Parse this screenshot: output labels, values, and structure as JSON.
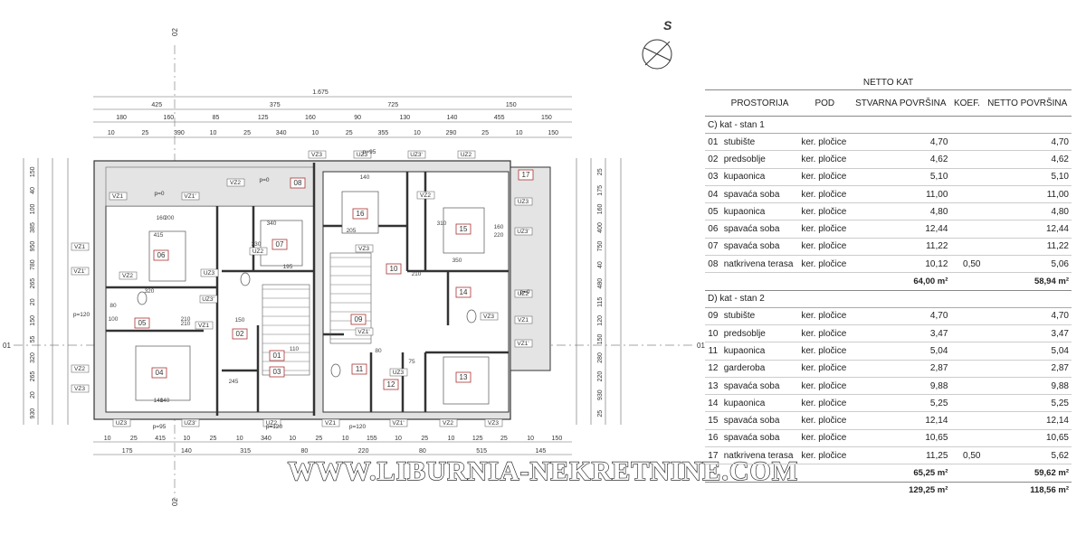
{
  "plan": {
    "north_label": "S",
    "axis_marks": [
      "02",
      "02",
      "01",
      "01"
    ],
    "total_width": "1.675",
    "top_dims_1": [
      "425",
      "375",
      "725",
      "150"
    ],
    "top_dims_2": [
      "180",
      "160",
      "85",
      "125",
      "160",
      "90",
      "130",
      "140",
      "455",
      "150"
    ],
    "top_dims_3": [
      "10",
      "25",
      "390",
      "10",
      "25",
      "340",
      "10",
      "25",
      "355",
      "10",
      "290",
      "25",
      "10",
      "150"
    ],
    "bottom_dims_1": [
      "10",
      "25",
      "415",
      "10",
      "25",
      "10",
      "340",
      "10",
      "25",
      "10",
      "155",
      "10",
      "25",
      "10",
      "125",
      "25",
      "10",
      "150"
    ],
    "bottom_dims_2": [
      "175",
      "140",
      "315",
      "80",
      "220",
      "80",
      "515",
      "145"
    ],
    "left_dims": [
      "150",
      "40",
      "100",
      "385",
      "950",
      "780",
      "265",
      "20",
      "150",
      "55",
      "320",
      "265",
      "20",
      "930"
    ],
    "right_dims": [
      "25",
      "175",
      "160",
      "400",
      "750",
      "40",
      "480",
      "115",
      "120",
      "150",
      "280",
      "220",
      "930",
      "25"
    ],
    "rooms": [
      "01",
      "02",
      "03",
      "04",
      "05",
      "06",
      "07",
      "08",
      "09",
      "10",
      "11",
      "12",
      "13",
      "14",
      "15",
      "16",
      "17"
    ],
    "window_tags": [
      "VZ1",
      "VZ1'",
      "VZ2",
      "VZ3",
      "UZ3",
      "UZ3'",
      "UZ2"
    ],
    "slope_labels": [
      "p=0",
      "p=0",
      "p=95",
      "p=95",
      "p=120",
      "p=120",
      "p=120",
      "p=0"
    ],
    "room_dims": [
      "415",
      "320",
      "195",
      "340",
      "330",
      "160",
      "200",
      "210",
      "150",
      "110",
      "205",
      "140",
      "80",
      "210",
      "350",
      "310",
      "220",
      "160",
      "140",
      "245",
      "75",
      "80",
      "100",
      "210",
      "140"
    ],
    "watermark": "WWW.LIBURNIA-NEKRETNINE.COM"
  },
  "table": {
    "title": "NETTO KAT",
    "headers": {
      "prostorija": "PROSTORIJA",
      "pod": "POD",
      "stvarna": "STVARNA POVRŠINA",
      "koef": "KOEF.",
      "netto": "NETTO POVRŠINA"
    },
    "sections": [
      {
        "label": "C) kat - stan 1",
        "rows": [
          {
            "no": "01",
            "name": "stubište",
            "pod": "ker. pločice",
            "area": "4,70",
            "koef": "",
            "net": "4,70"
          },
          {
            "no": "02",
            "name": "predsoblje",
            "pod": "ker. pločice",
            "area": "4,62",
            "koef": "",
            "net": "4,62"
          },
          {
            "no": "03",
            "name": "kupaonica",
            "pod": "ker. pločice",
            "area": "5,10",
            "koef": "",
            "net": "5,10"
          },
          {
            "no": "04",
            "name": "spavaća soba",
            "pod": "ker. pločice",
            "area": "11,00",
            "koef": "",
            "net": "11,00"
          },
          {
            "no": "05",
            "name": "kupaonica",
            "pod": "ker. pločice",
            "area": "4,80",
            "koef": "",
            "net": "4,80"
          },
          {
            "no": "06",
            "name": "spavaća soba",
            "pod": "ker. pločice",
            "area": "12,44",
            "koef": "",
            "net": "12,44"
          },
          {
            "no": "07",
            "name": "spavaća soba",
            "pod": "ker. pločice",
            "area": "11,22",
            "koef": "",
            "net": "11,22"
          },
          {
            "no": "08",
            "name": "natkrivena terasa",
            "pod": "ker. pločice",
            "area": "10,12",
            "koef": "0,50",
            "net": "5,06"
          }
        ],
        "sum_area": "64,00 m²",
        "sum_net": "58,94 m²"
      },
      {
        "label": "D) kat - stan 2",
        "rows": [
          {
            "no": "09",
            "name": "stubište",
            "pod": "ker. pločice",
            "area": "4,70",
            "koef": "",
            "net": "4,70"
          },
          {
            "no": "10",
            "name": "predsoblje",
            "pod": "ker. pločice",
            "area": "3,47",
            "koef": "",
            "net": "3,47"
          },
          {
            "no": "11",
            "name": "kupaonica",
            "pod": "ker. pločice",
            "area": "5,04",
            "koef": "",
            "net": "5,04"
          },
          {
            "no": "12",
            "name": "garderoba",
            "pod": "ker. pločice",
            "area": "2,87",
            "koef": "",
            "net": "2,87"
          },
          {
            "no": "13",
            "name": "spavaća soba",
            "pod": "ker. pločice",
            "area": "9,88",
            "koef": "",
            "net": "9,88"
          },
          {
            "no": "14",
            "name": "kupaonica",
            "pod": "ker. pločice",
            "area": "5,25",
            "koef": "",
            "net": "5,25"
          },
          {
            "no": "15",
            "name": "spavaća soba",
            "pod": "ker. pločice",
            "area": "12,14",
            "koef": "",
            "net": "12,14"
          },
          {
            "no": "16",
            "name": "spavaća soba",
            "pod": "ker. pločice",
            "area": "10,65",
            "koef": "",
            "net": "10,65"
          },
          {
            "no": "17",
            "name": "natkrivena terasa",
            "pod": "ker. pločice",
            "area": "11,25",
            "koef": "0,50",
            "net": "5,62"
          }
        ],
        "sum_area": "65,25 m²",
        "sum_net": "59,62 m²"
      }
    ],
    "total_area": "129,25 m²",
    "total_net": "118,56 m²"
  }
}
